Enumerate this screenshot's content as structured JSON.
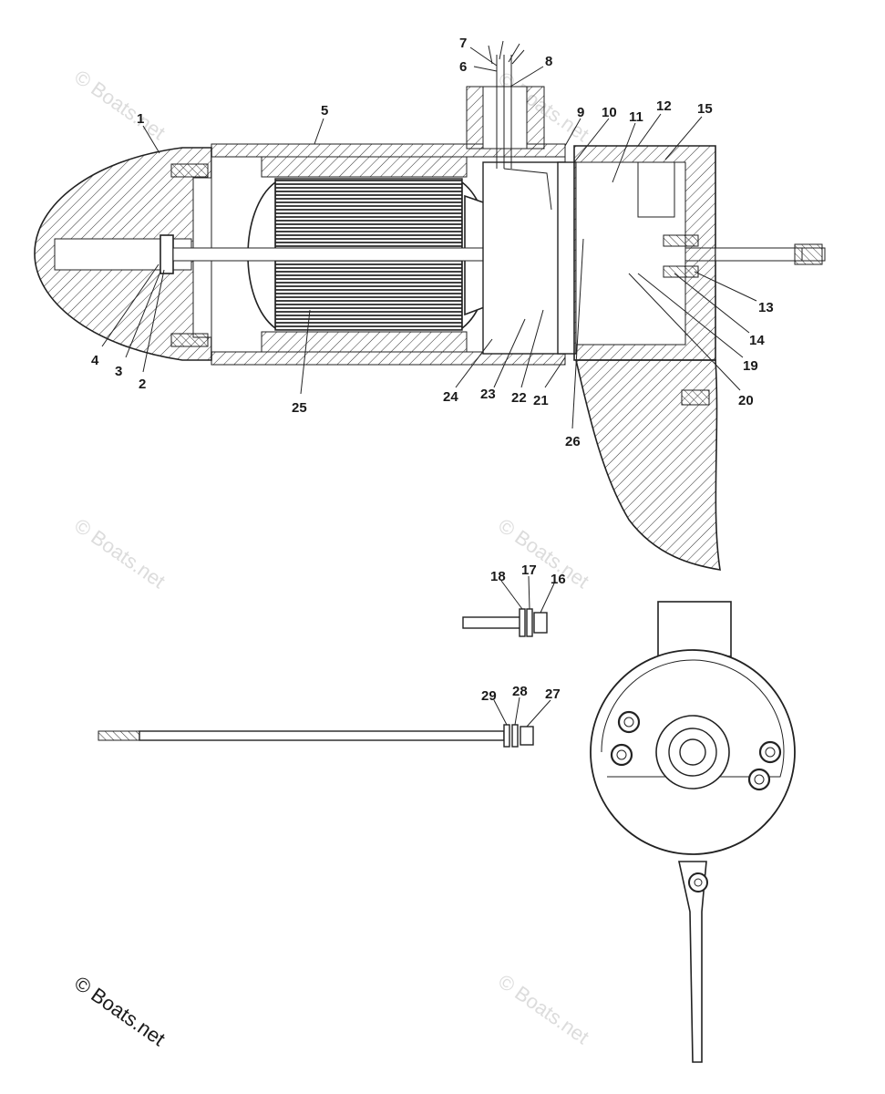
{
  "watermark": "© Boats.net",
  "copyright": "© Boats.net",
  "callouts": [
    "1",
    "2",
    "3",
    "4",
    "5",
    "6",
    "7",
    "8",
    "9",
    "10",
    "11",
    "12",
    "13",
    "14",
    "15",
    "16",
    "17",
    "18",
    "19",
    "20",
    "21",
    "22",
    "23",
    "24",
    "25",
    "26",
    "27",
    "28",
    "29"
  ]
}
